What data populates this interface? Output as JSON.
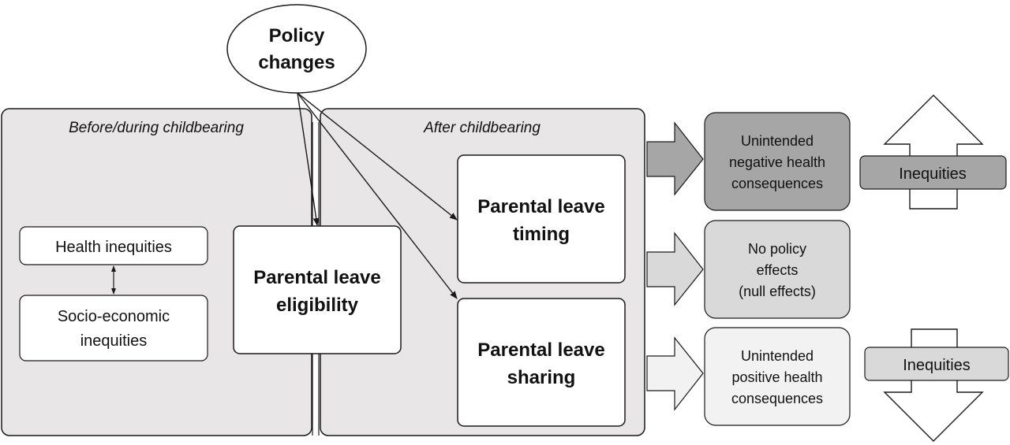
{
  "policy": {
    "line1": "Policy",
    "line2": "changes"
  },
  "panels": {
    "before": {
      "title": "Before/during childbearing"
    },
    "after": {
      "title": "After childbearing"
    }
  },
  "boxes": {
    "health_inequities": "Health inequities",
    "socio_line1": "Socio-economic",
    "socio_line2": "inequities",
    "eligibility_line1": "Parental leave",
    "eligibility_line2": "eligibility",
    "timing_line1": "Parental leave",
    "timing_line2": "timing",
    "sharing_line1": "Parental leave",
    "sharing_line2": "sharing"
  },
  "outcomes": {
    "negative": {
      "line1": "Unintended",
      "line2": "negative health",
      "line3": "consequences"
    },
    "null": {
      "line1": "No policy",
      "line2": "effects",
      "line3": "(null effects)"
    },
    "positive": {
      "line1": "Unintended",
      "line2": "positive health",
      "line3": "consequences"
    }
  },
  "inequities": {
    "up_label": "Inequities",
    "down_label": "Inequities"
  },
  "colors": {
    "panel_fill": "#e8e6e7",
    "negative_fill": "#a6a6a6",
    "null_fill": "#d9d9d9",
    "positive_fill": "#f2f2f2",
    "stroke": "#1a1a1a"
  }
}
